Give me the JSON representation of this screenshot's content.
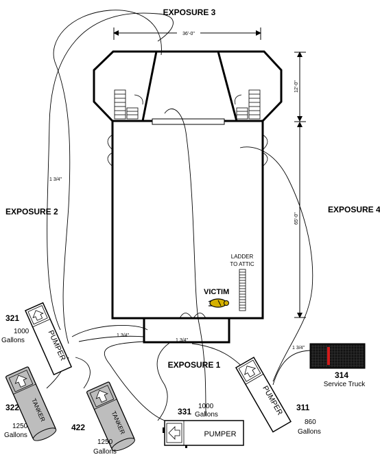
{
  "exposures": {
    "e1": "EXPOSURE 1",
    "e2": "EXPOSURE 2",
    "e3": "EXPOSURE 3",
    "e4": "EXPOSURE 4"
  },
  "dimensions": {
    "width": "36'-0\"",
    "depth_front": "12'-0\"",
    "depth_main": "65'-0\""
  },
  "labels": {
    "victim": "VICTIM",
    "ladder_line1": "LADDER",
    "ladder_line2": "TO ATTIC"
  },
  "hose_labels": {
    "left": "1 3/4\"",
    "mid": "1 3/4\"",
    "mid2": "1 3/4\"",
    "right": "1 3/4\""
  },
  "apparatus": {
    "e321": {
      "number": "321",
      "capacity": "1000",
      "unit": "Gallons",
      "type": "PUMPER"
    },
    "t322": {
      "number": "322",
      "capacity": "1250",
      "unit": "Gallons",
      "type": "TANKER"
    },
    "t422": {
      "number": "422",
      "capacity": "1250",
      "unit": "Gallons",
      "type": "TANKER"
    },
    "e331": {
      "number": "331",
      "capacity": "1000",
      "unit": "Gallons",
      "type": "PUMPER"
    },
    "e311": {
      "number": "311",
      "capacity": "860",
      "unit": "Gallons",
      "type": "PUMPER"
    },
    "s314": {
      "number": "314",
      "type": "Service Truck"
    }
  },
  "colors": {
    "line": "#000000",
    "tanker_fill": "#bdbdbd",
    "service_fill": "#111111",
    "service_stripe": "#d21a1a",
    "victim": "#d4b000"
  }
}
